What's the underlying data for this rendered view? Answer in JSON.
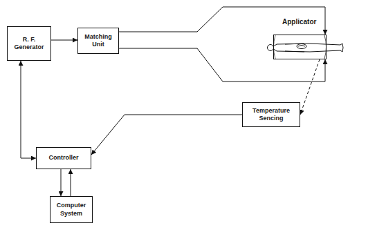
{
  "diagram": {
    "nodes": [
      {
        "text": [
          "R. F. Generator"
        ]
      },
      {
        "text": [
          "Matching Unit"
        ]
      },
      {
        "text": [
          "Applicator"
        ]
      },
      {
        "text": [
          "Temperature Sencing"
        ]
      },
      {
        "text": [
          "Controller"
        ]
      },
      {
        "text": [
          "Computer System"
        ]
      }
    ],
    "edges": [
      {
        "from": 0,
        "to": 1,
        "arrow": "to"
      },
      {
        "from": 1,
        "to": 2,
        "arrow": "to"
      },
      {
        "from": 1,
        "to": 2,
        "arrow": "to"
      },
      {
        "from": 2,
        "to": 3,
        "arrow": "to"
      },
      {
        "from": 3,
        "to": 4,
        "arrow": "to"
      },
      {
        "from": 0,
        "to": 4,
        "arrow": "both"
      },
      {
        "from": 4,
        "to": 5,
        "arrow": "to"
      },
      {
        "from": 5,
        "to": 4,
        "arrow": "to"
      }
    ]
  }
}
